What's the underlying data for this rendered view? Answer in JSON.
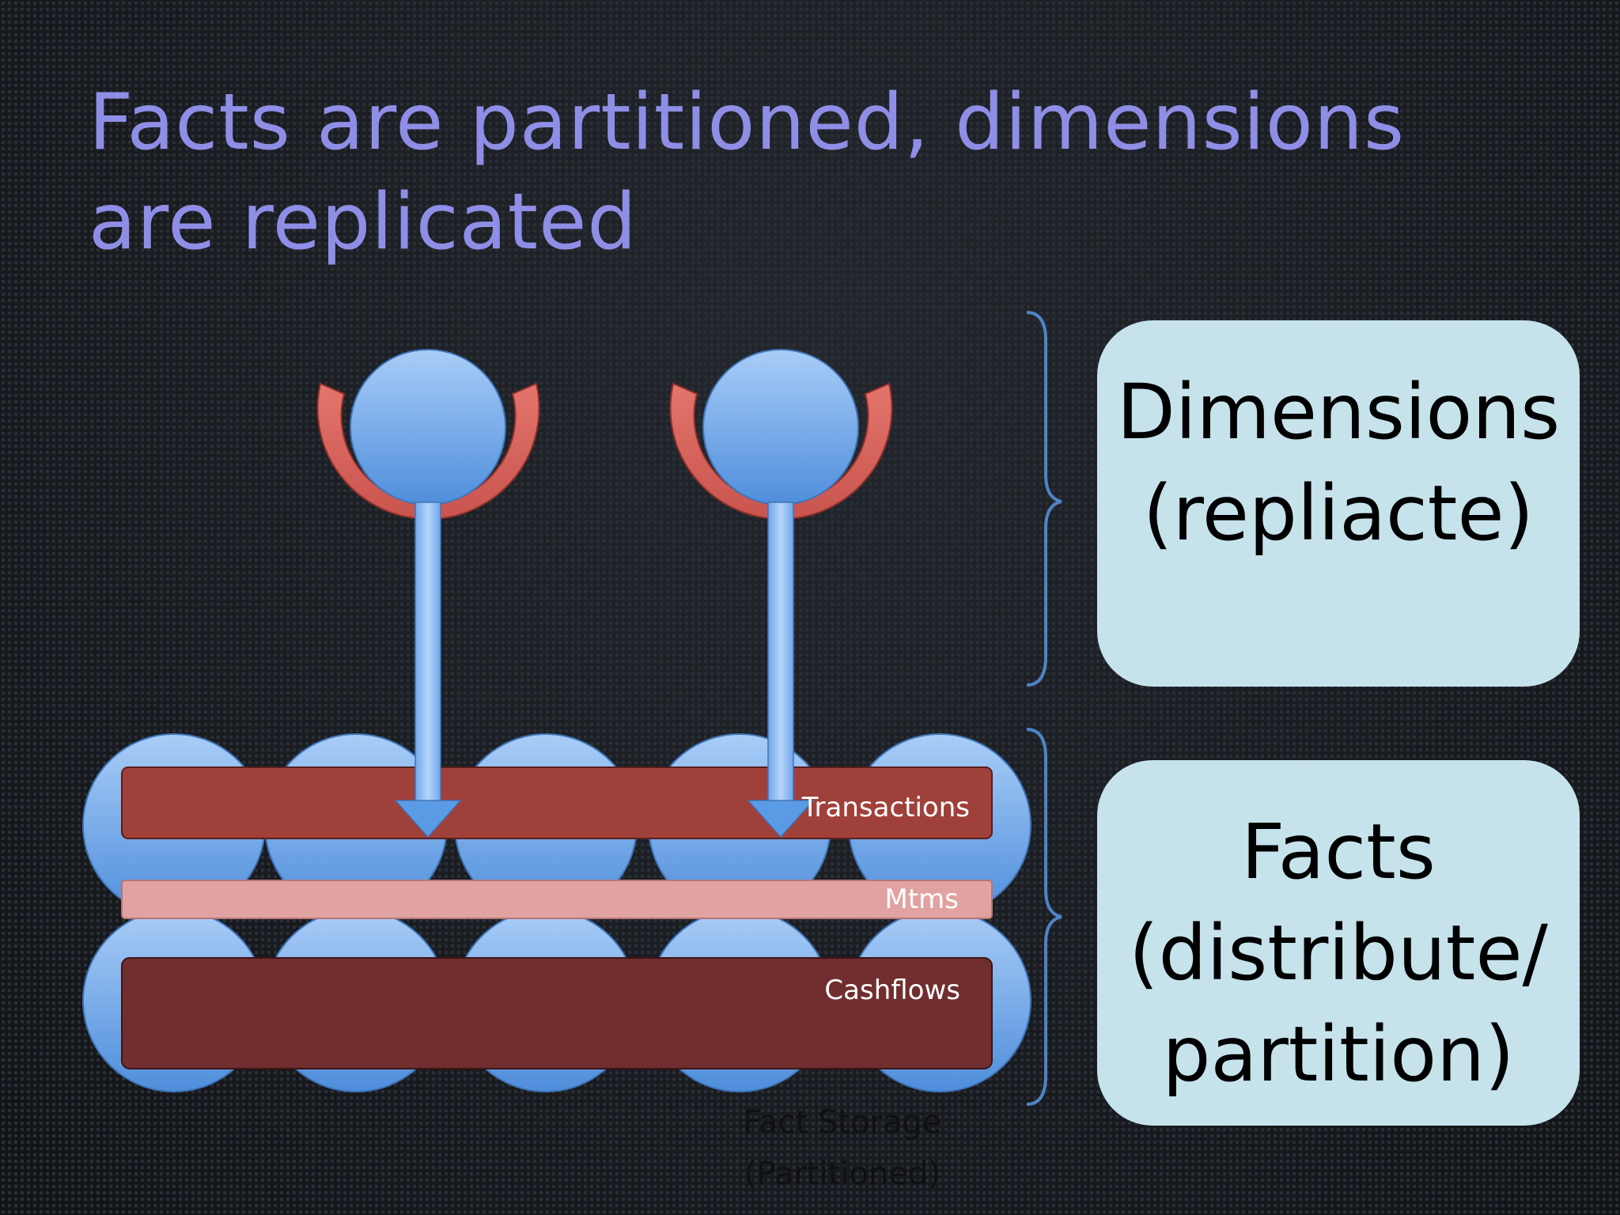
{
  "slide": {
    "title_line1": "Facts are partitioned, dimensions",
    "title_line2": "are replicated"
  },
  "diagram": {
    "bands": {
      "transactions": "Transactions",
      "mtms": "Mtms",
      "cashflows": "Cashflows"
    },
    "storage_caption_line1": "Fact Storage",
    "storage_caption_line2": "(Partitioned)"
  },
  "labels": {
    "dimensions_line1": "Dimensions",
    "dimensions_line2": "(repliacte)",
    "facts_line1": "Facts",
    "facts_line2": "(distribute/",
    "facts_line3": "partition)"
  },
  "colors": {
    "title": "#8f8ee6",
    "label_box": "#c6e3ec",
    "node_blue": "#5b9be6",
    "transactions_band": "#a0403a",
    "mtms_band": "#e0a3a1",
    "cashflows_band": "#712e2e",
    "cup_red": "#d65c55",
    "brace": "#4f83c8"
  }
}
